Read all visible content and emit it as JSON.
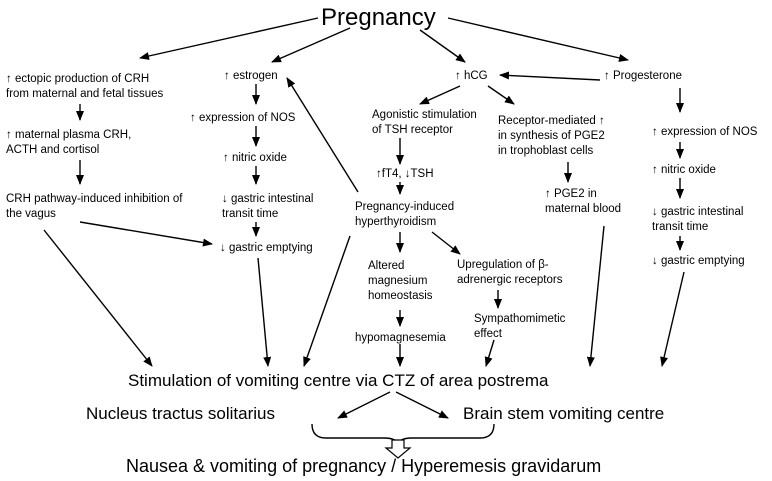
{
  "diagram": {
    "title": "Pregnancy",
    "nodes": {
      "crh_ectopic": "↑ ectopic production of CRH\nfrom maternal and fetal tissues",
      "crh_plasma": "↑ maternal plasma CRH,\nACTH and cortisol",
      "crh_vagus": "CRH pathway-induced inhibition of\nthe vagus",
      "estrogen": "↑ estrogen",
      "e_nos": "↑ expression of NOS",
      "e_no": "↑ nitric oxide",
      "e_transit": "↓ gastric intestinal\ntransit time",
      "e_empty": "↓ gastric emptying",
      "hcg": "↑ hCG",
      "tsh_stim": "Agonistic stimulation\nof TSH receptor",
      "ft4": "↑fT4, ↓TSH",
      "hyperthyroid": "Pregnancy-induced\nhyperthyroidism",
      "magnesium": "Altered\nmagnesium\nhomeostasis",
      "hypomag": "hypomagnesemia",
      "beta": "Upregulation of β-\nadrenergic receptors",
      "sympath": "Sympathomimetic\neffect",
      "pge2_synth": "Receptor-mediated ↑\nin synthesis of PGE2\nin trophoblast cells",
      "pge2_blood": "↑ PGE2 in\nmaternal blood",
      "progesterone": "↑ Progesterone",
      "p_nos": "↑ expression of NOS",
      "p_no": "↑ nitric oxide",
      "p_transit": "↓ gastric intestinal\ntransit time",
      "p_empty": "↓ gastric emptying",
      "vomiting_centre": "Stimulation of vomiting centre via CTZ of area postrema",
      "nts": "Nucleus tractus solitarius",
      "brainstem": "Brain stem vomiting centre",
      "outcome": "Nausea & vomiting of pregnancy / Hyperemesis gravidarum"
    }
  }
}
